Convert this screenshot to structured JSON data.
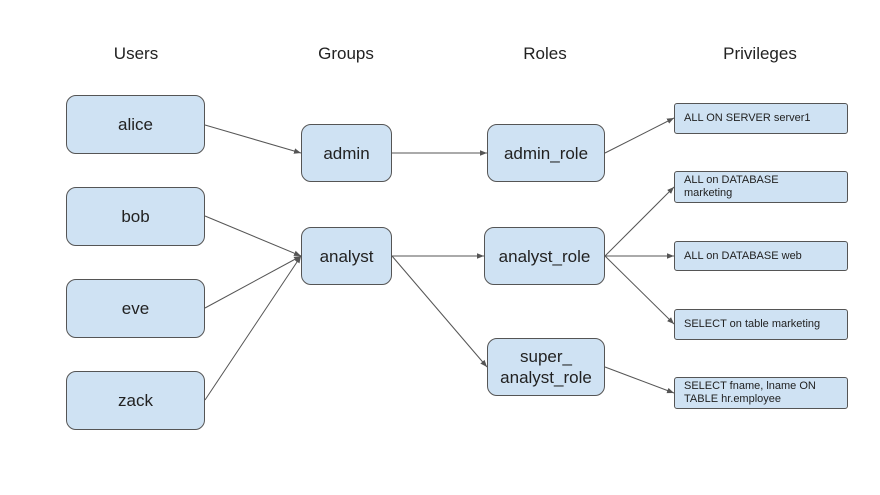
{
  "headers": {
    "users": "Users",
    "groups": "Groups",
    "roles": "Roles",
    "privileges": "Privileges"
  },
  "users": [
    "alice",
    "bob",
    "eve",
    "zack"
  ],
  "groups": [
    "admin",
    "analyst"
  ],
  "roles": [
    "admin_role",
    "analyst_role",
    "super_\nanalyst_role"
  ],
  "privileges": [
    "ALL ON SERVER server1",
    "ALL on DATABASE\nmarketing",
    "ALL on DATABASE web",
    "SELECT on table marketing",
    "SELECT fname, lname ON\nTABLE hr.employee"
  ],
  "colors": {
    "node_fill": "#cfe2f3",
    "node_border": "#555555",
    "edge": "#555555"
  }
}
